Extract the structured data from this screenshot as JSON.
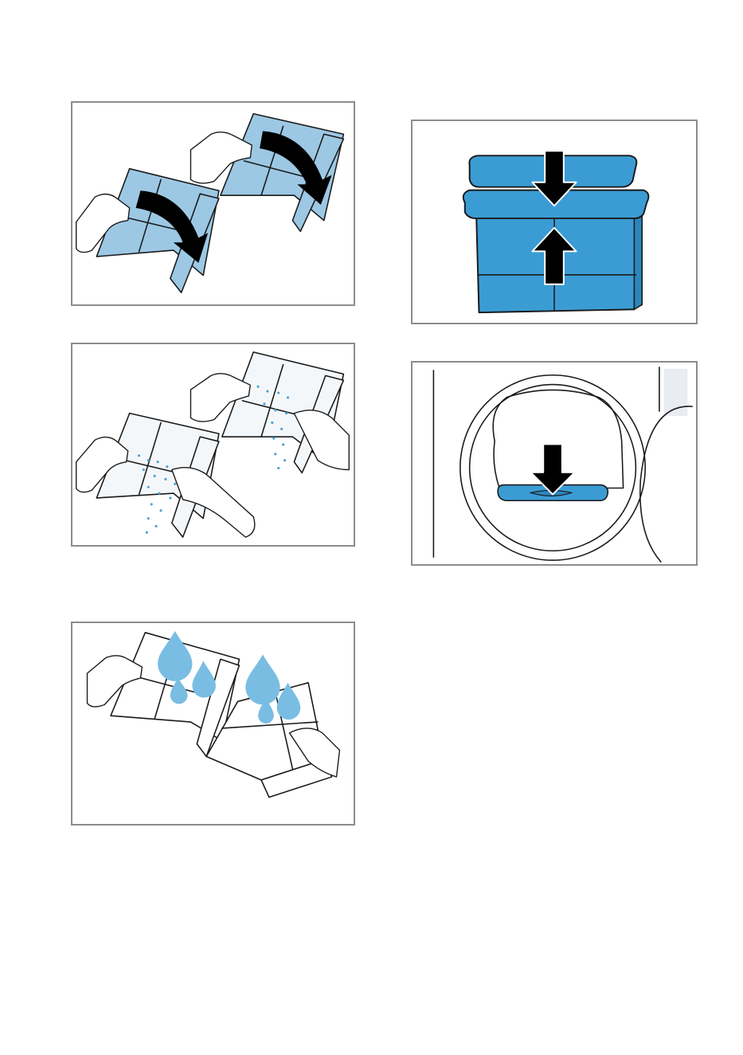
{
  "figures": [
    {
      "id": "remove-fluff-filter",
      "subject": "fluff-filter-open",
      "fill": "#9cc8e4"
    },
    {
      "id": "rinse-fluff-filter",
      "subject": "fluff-filter-rinse",
      "spray": "#4aa3d8"
    },
    {
      "id": "dry-fluff-filter",
      "subject": "fluff-filter-dry",
      "drop": "#79bde3"
    },
    {
      "id": "close-fluff-filter",
      "subject": "fluff-filter-close",
      "fill": "#3b9cd4"
    },
    {
      "id": "insert-fluff-filter",
      "subject": "fluff-filter-insert",
      "fill": "#3b9cd4"
    }
  ],
  "colors": {
    "border": "#8c8c8c",
    "ink": "#1a1a1a",
    "arrow": "#000000"
  }
}
